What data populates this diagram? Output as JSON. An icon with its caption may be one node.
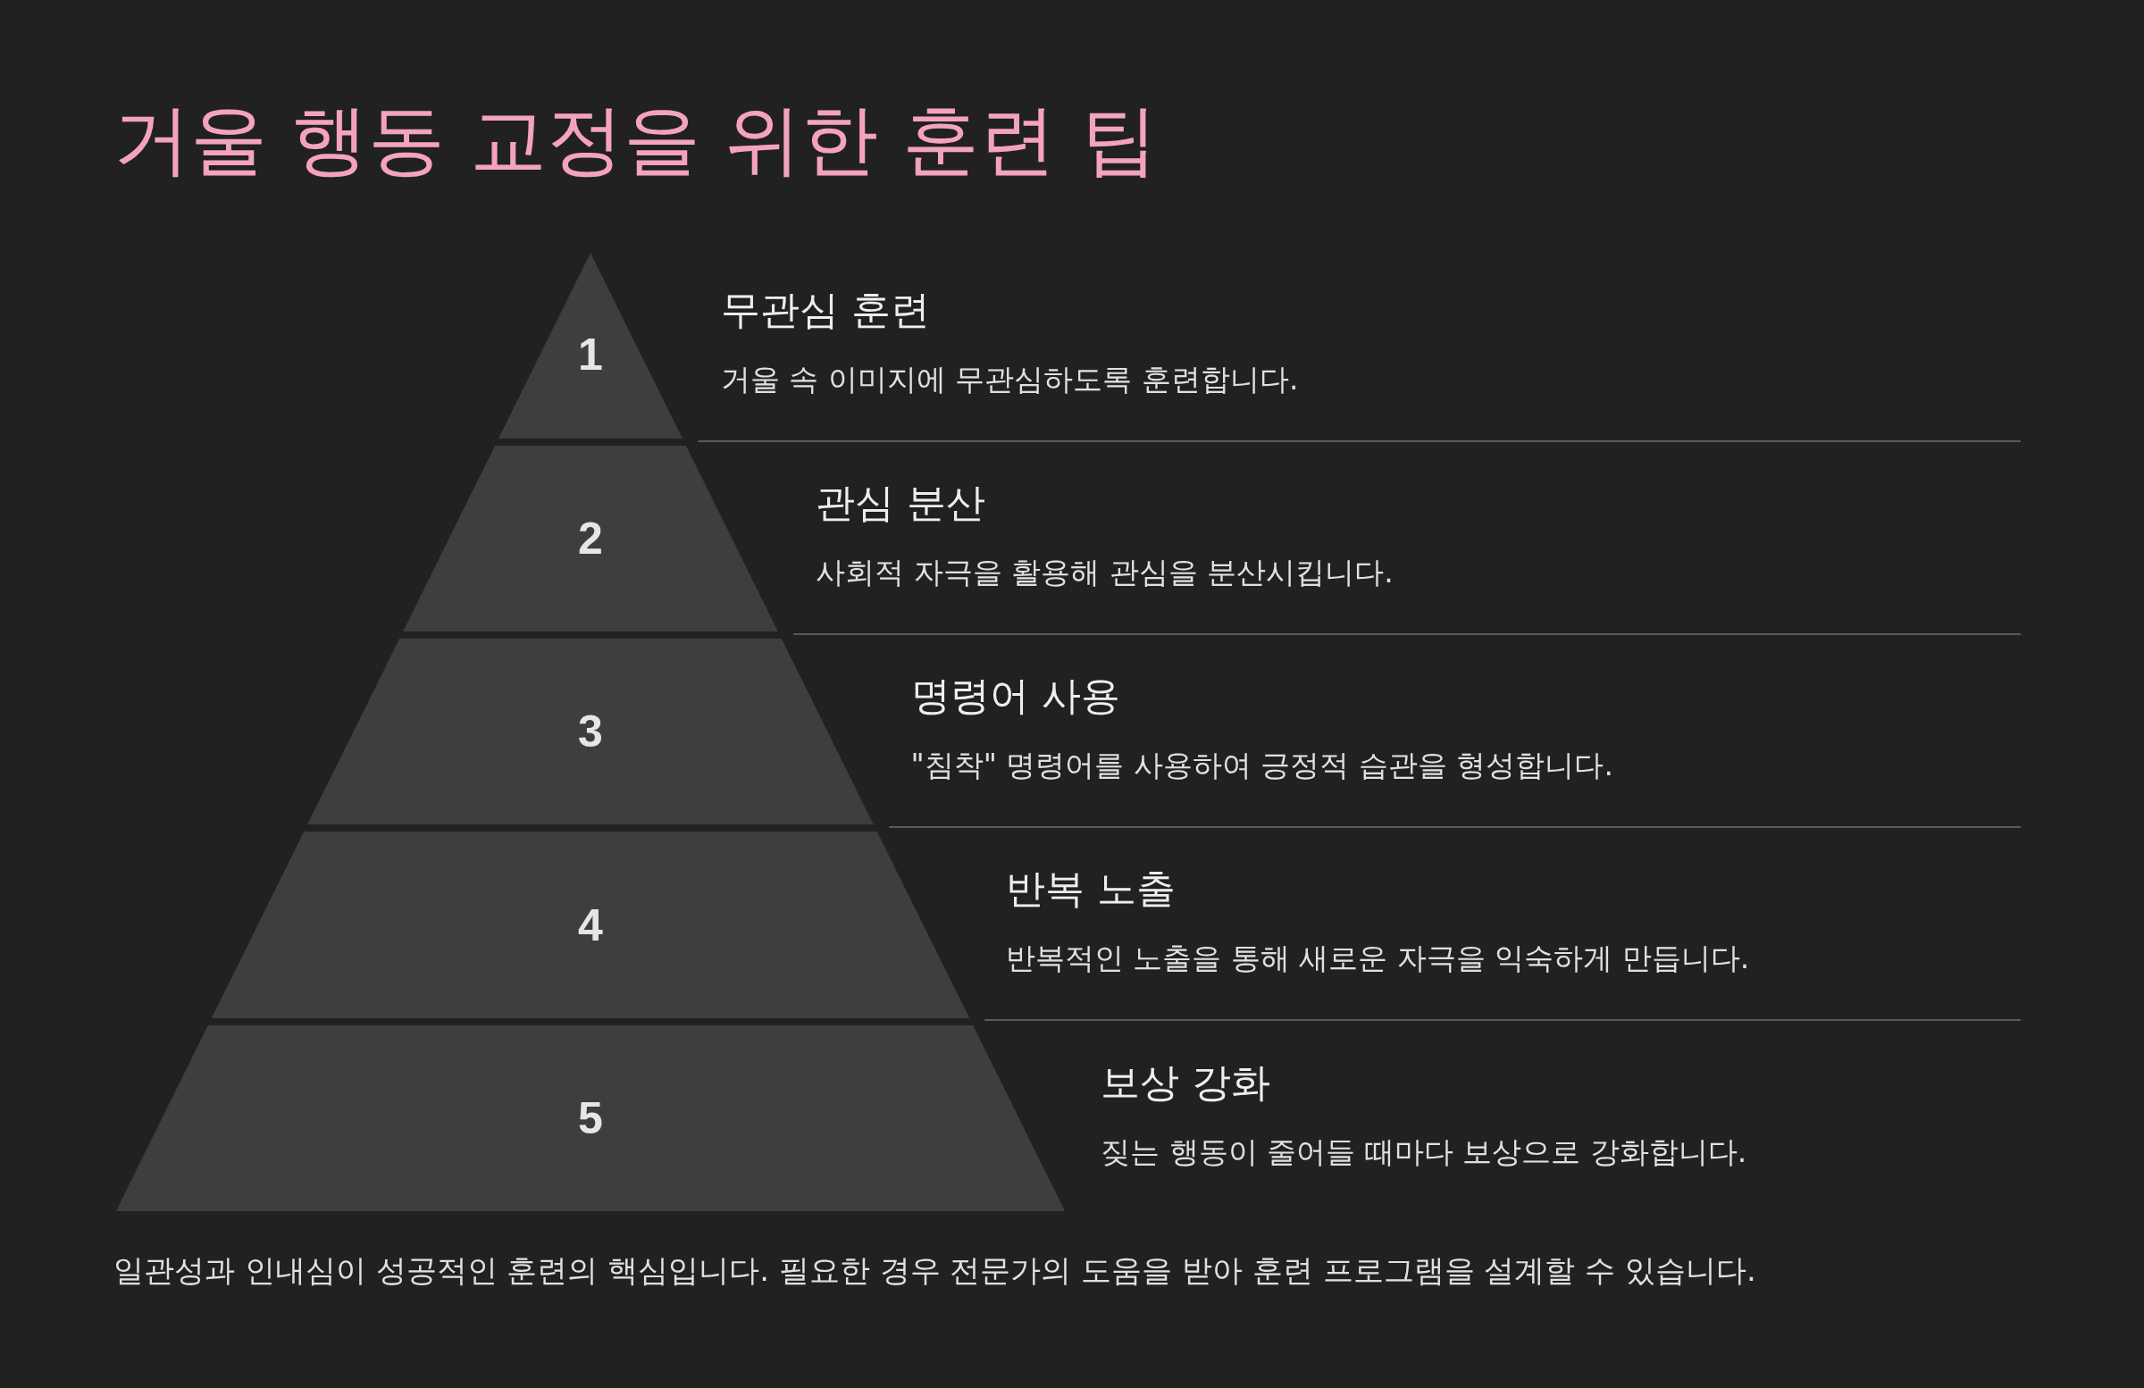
{
  "diagram": {
    "title": "거울 행동 교정을 위한 훈련 팁",
    "nodes": [
      {
        "text": [
          "1"
        ],
        "beside": [
          "무관심 훈련",
          "거울 속 이미지에 무관심하도록 훈련합니다."
        ]
      },
      {
        "text": [
          "2"
        ],
        "beside": [
          "관심 분산",
          "사회적 자극을 활용해 관심을 분산시킵니다."
        ]
      },
      {
        "text": [
          "3"
        ],
        "beside": [
          "명령어 사용",
          "\"침착\" 명령어를 사용하여 긍정적 습관을 형성합니다."
        ]
      },
      {
        "text": [
          "4"
        ],
        "beside": [
          "반복 노출",
          "반복적인 노출을 통해 새로운 자극을 익숙하게 만듭니다."
        ]
      },
      {
        "text": [
          "5"
        ],
        "beside": [
          "보상 강화",
          "짖는 행동이 줄어들 때마다 보상으로 강화합니다."
        ]
      }
    ],
    "caption": "일관성과 인내심이 성공적인 훈련의 핵심입니다. 필요한 경우 전문가의 도움을 받아 훈련 프로그램을 설계할 수 있습니다."
  }
}
